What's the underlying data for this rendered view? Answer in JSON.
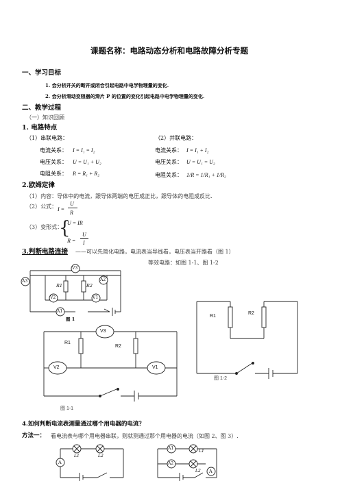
{
  "title": "课题名称：电路动态分析和电路故障分析专题",
  "section1": {
    "heading": "一、学习目标",
    "goal1": "1. 会分析开关的断开或闭合引起电路中电学物理量的变化.",
    "goal2": "2. 会分析滑动变阻器的滑片 P 的位置的变化引起电路中电学物理量的变化."
  },
  "section2": {
    "heading": "二、教学过程",
    "sub1": "（一）知识回顾"
  },
  "circuit_features": {
    "heading": "1. 电路特点",
    "series_label": "（1）串联电路：",
    "parallel_label": "（2）并联电路：",
    "series_current": "电流关系：",
    "series_current_eq": "I = I₁ = I₂",
    "series_voltage": "电压关系：",
    "series_voltage_eq": "U = U₁ + U₂",
    "series_resistance": "电阻关系：",
    "series_resistance_eq": "R = R₁ + R₂",
    "parallel_current": "电流关系：",
    "parallel_current_eq": "I = I₁ + I₂",
    "parallel_voltage": "电压关系：",
    "parallel_voltage_eq": "U = U₁ = U₂",
    "parallel_resistance": "电阻关系：",
    "parallel_resistance_eq": "1/R = 1/R₁ + 1/R₂"
  },
  "ohm": {
    "heading": "2.欧姆定律",
    "content": "（1）内容：导体中的电流，跟导体两端的电压成正比，跟导体的电阻成反比.",
    "formula_label": "（2）公式：",
    "transform_label": "（3）变形式：",
    "transform1": "U = IR",
    "transform2": "R = U/I"
  },
  "judge": {
    "heading": "3.判断电路连接",
    "text": "——可以先简化电路，电流表当导线看，电压表当开路看（图 1）",
    "equiv": "等效电路：如图 1-1、图 1-2"
  },
  "figures": {
    "fig1_caption": "图 1",
    "fig11_caption": "图 1-1",
    "fig12_caption": "图 1-2",
    "r1": "R1",
    "r2": "R2",
    "v1": "V1",
    "v2": "V2",
    "v3": "V3",
    "a1": "A1",
    "a2": "A2",
    "a3": "A3"
  },
  "section4": {
    "heading": "4.如何判断电流表测量通过哪个用电器的电流？",
    "method1_label": "方法一：",
    "method1_text": "看电流表与哪个用电器串联，则就测通过那个用电器的电流（如图 2、图 3）.",
    "l1": "L1",
    "l2": "L2",
    "a": "A"
  }
}
